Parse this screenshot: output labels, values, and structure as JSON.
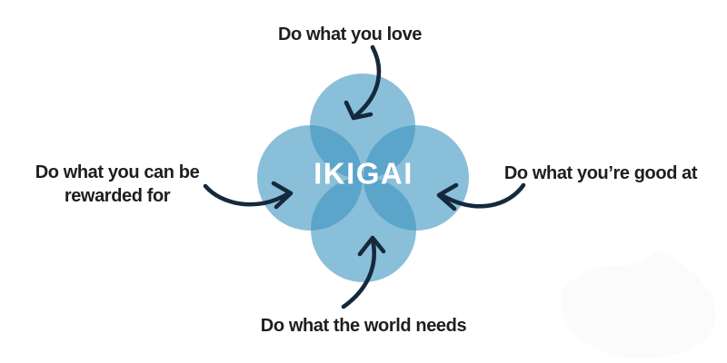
{
  "diagram": {
    "type": "venn-4-circle-ikigai",
    "center_label": "IKIGAI",
    "labels": {
      "top": "Do what you love",
      "right": "Do what you’re good at",
      "bottom": "Do what the world needs",
      "left_line1": "Do what you can be",
      "left_line2": "rewarded for"
    }
  },
  "colors": {
    "background": "#ffffff",
    "circle_fill": "#3c94bf",
    "circle_opacity": "0.6",
    "arrow": "#15293d",
    "label_text": "#1e1e1e",
    "center_text": "#ffffff",
    "corner_blob": "#fbfbfb"
  }
}
